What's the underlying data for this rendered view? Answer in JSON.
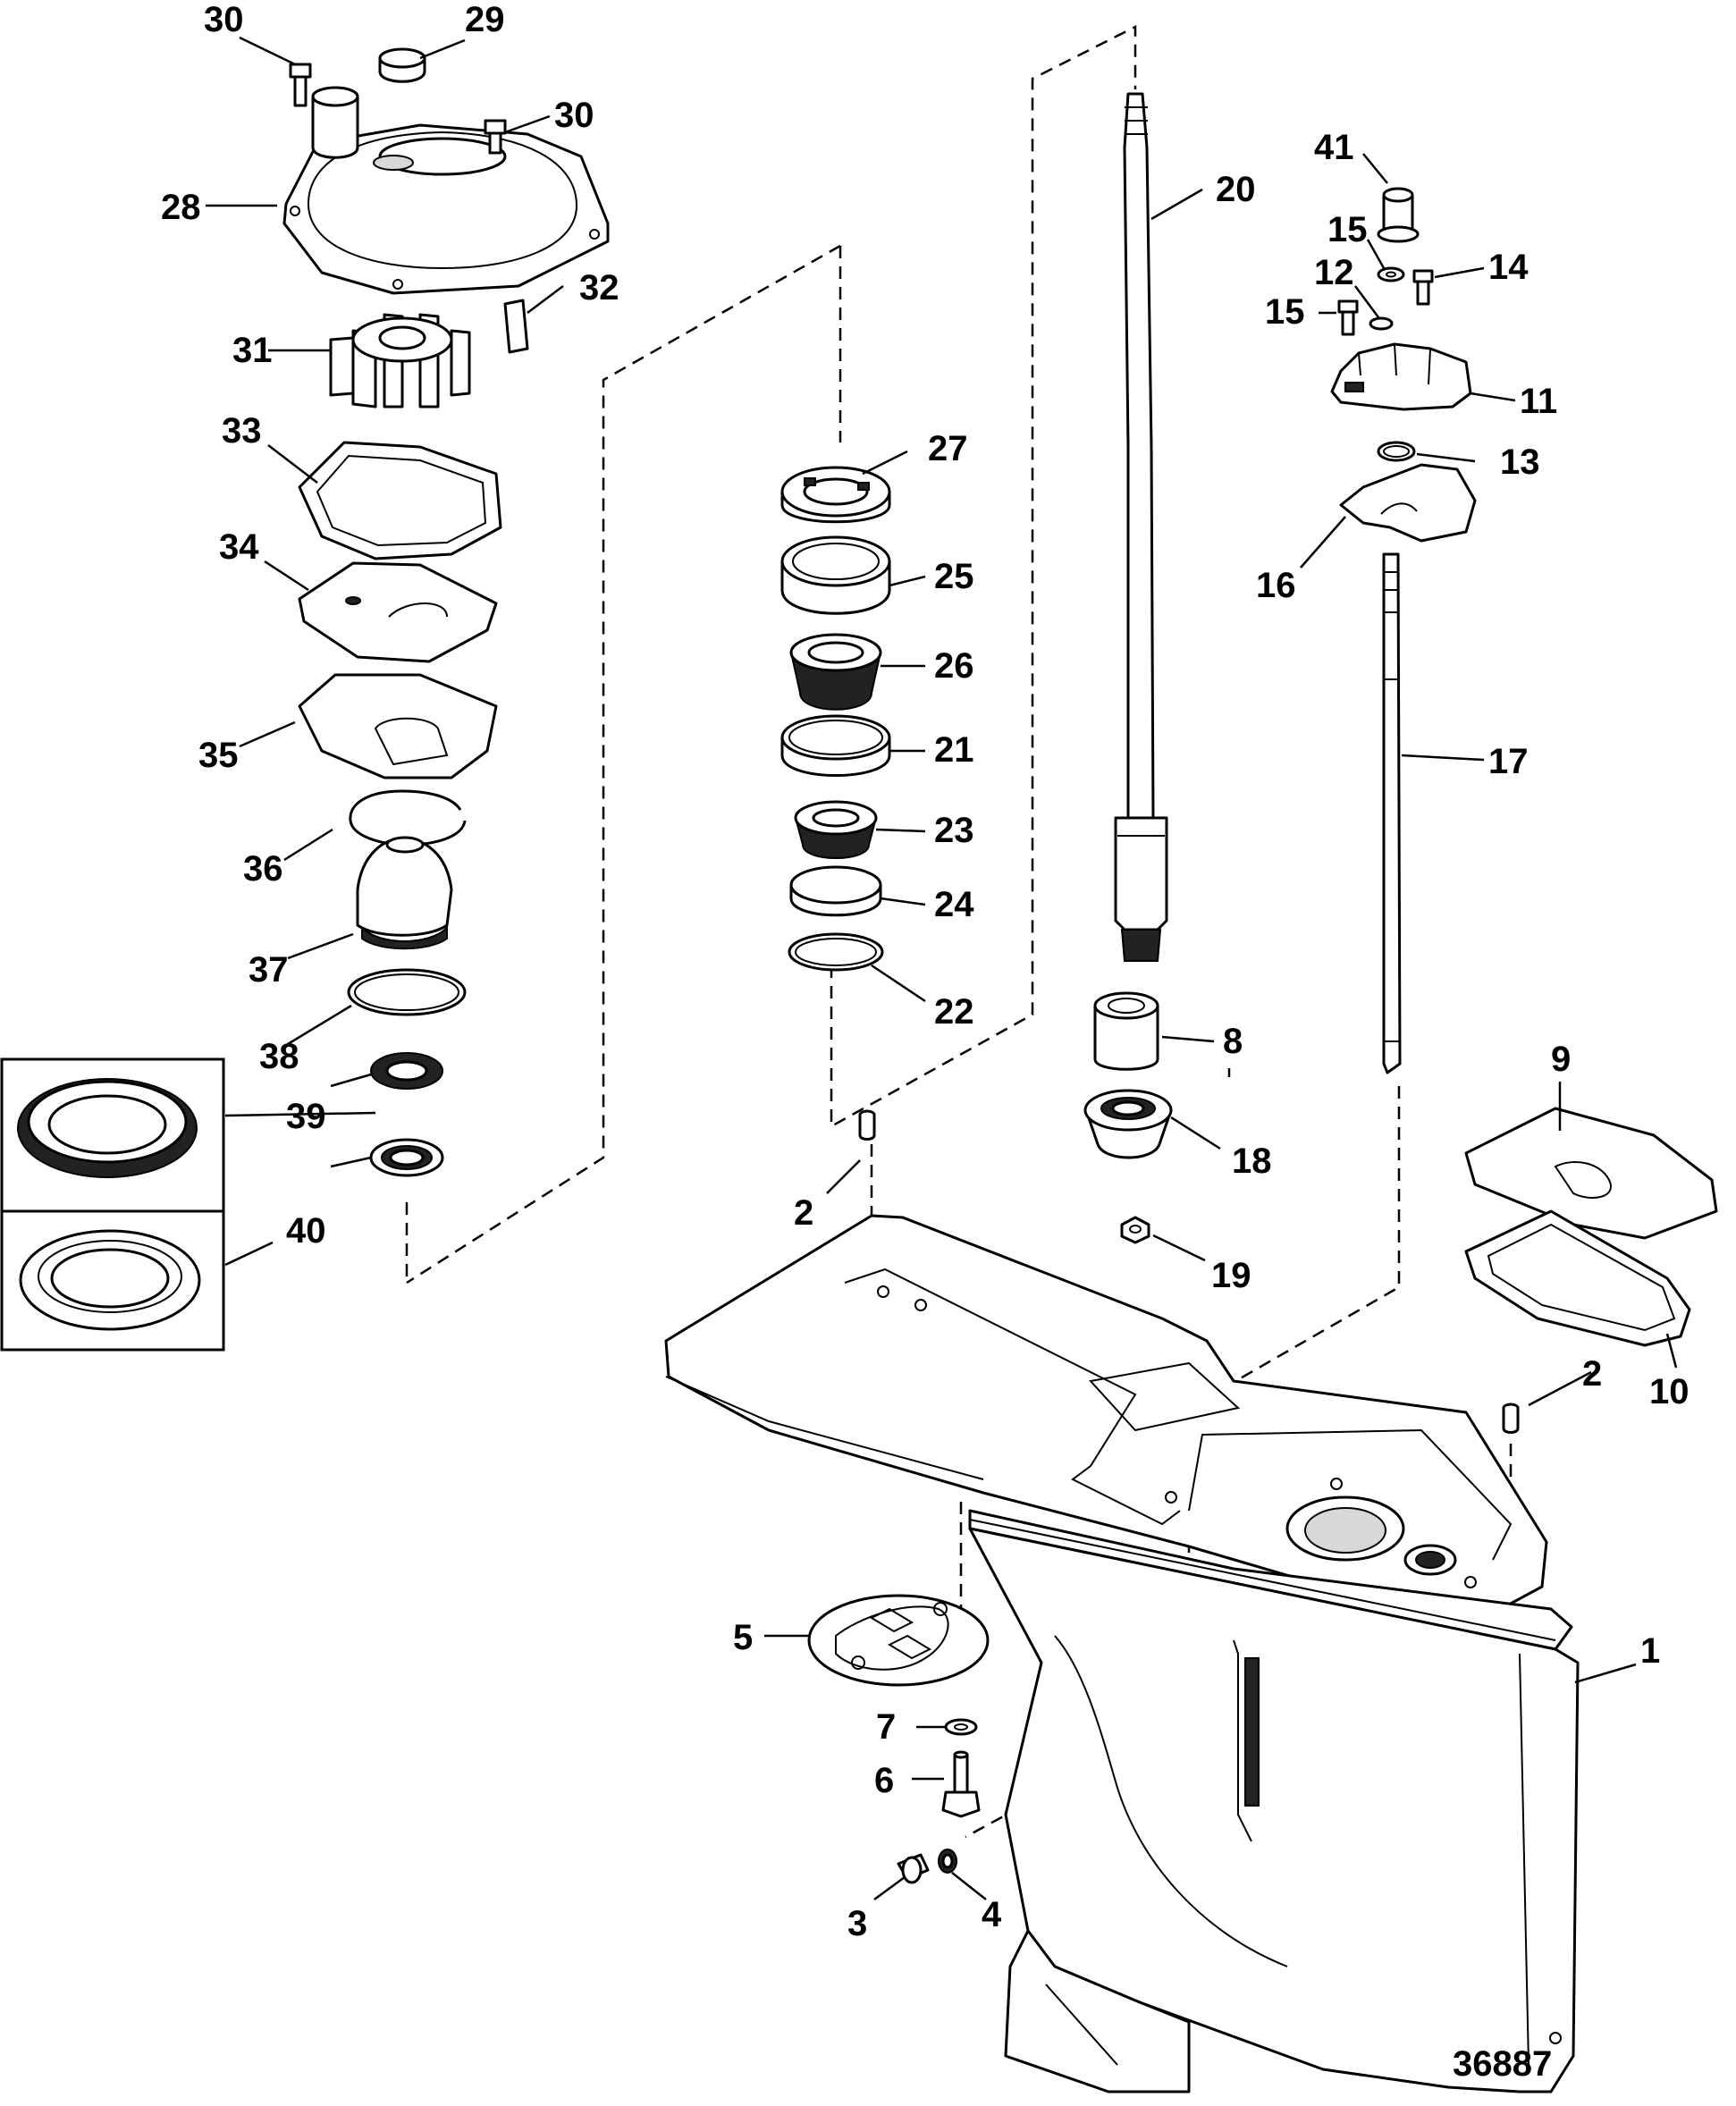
{
  "figure_id": "36887",
  "callouts": {
    "p1": "1",
    "p2a": "2",
    "p2b": "2",
    "p3": "3",
    "p4": "4",
    "p5": "5",
    "p6": "6",
    "p7": "7",
    "p8": "8",
    "p9": "9",
    "p10": "10",
    "p11": "11",
    "p12": "12",
    "p13": "13",
    "p14": "14",
    "p15a": "15",
    "p15b": "15",
    "p16": "16",
    "p17": "17",
    "p18": "18",
    "p19": "19",
    "p20": "20",
    "p21": "21",
    "p22": "22",
    "p23": "23",
    "p24": "24",
    "p25": "25",
    "p26": "26",
    "p27": "27",
    "p28": "28",
    "p29": "29",
    "p30a": "30",
    "p30b": "30",
    "p31": "31",
    "p32": "32",
    "p33": "33",
    "p34": "34",
    "p35": "35",
    "p36": "36",
    "p37": "37",
    "p38": "38",
    "p39": "39",
    "p40": "40",
    "p41": "41"
  }
}
